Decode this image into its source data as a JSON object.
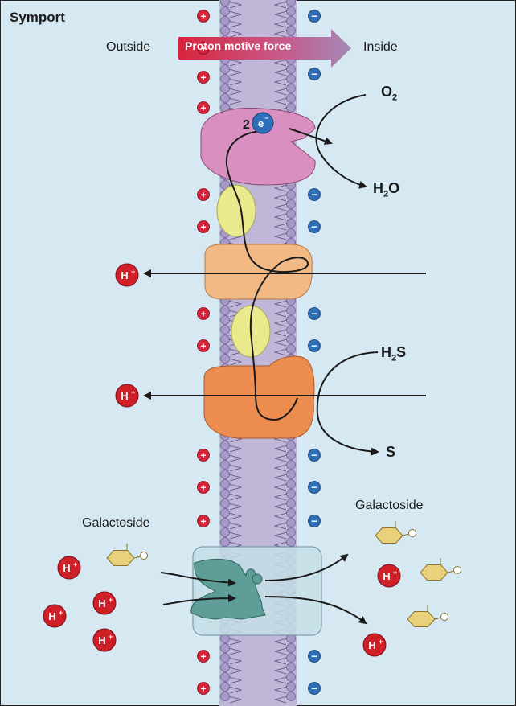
{
  "title": "Symport",
  "outside_label": "Outside",
  "inside_label": "Inside",
  "pmf_label": "Proton motive force",
  "electron_count": "2",
  "electron_symbol": "e",
  "electron_charge": "−",
  "proton_symbol": "H",
  "proton_charge": "+",
  "plus_sign": "+",
  "minus_sign": "−",
  "oxygen": {
    "base": "O",
    "sub": "2"
  },
  "water": {
    "pre": "H",
    "sub": "2",
    "post": "O"
  },
  "hydrogen_sulfide": {
    "pre": "H",
    "sub": "2",
    "post": "S"
  },
  "sulfur": "S",
  "galactoside_outside": "Galactoside",
  "galactoside_inside": "Galactoside",
  "colors": {
    "background": "#d6e8f1",
    "lipid_head": "#a79ac7",
    "oxidase": "#d98fc0",
    "carrier": "#e8ea8c",
    "complex_light": "#f2b985",
    "complex_dark": "#ec8c4f",
    "permease_box": "#c5dfe6",
    "permease": "#5f9e98",
    "proton": "#cf2027",
    "plus_charge": "#d8233a",
    "minus_charge": "#2f6fb7",
    "electron": "#2e6db8",
    "galactoside": "#e8d17a",
    "pmf_arrow": "#c73a59"
  }
}
